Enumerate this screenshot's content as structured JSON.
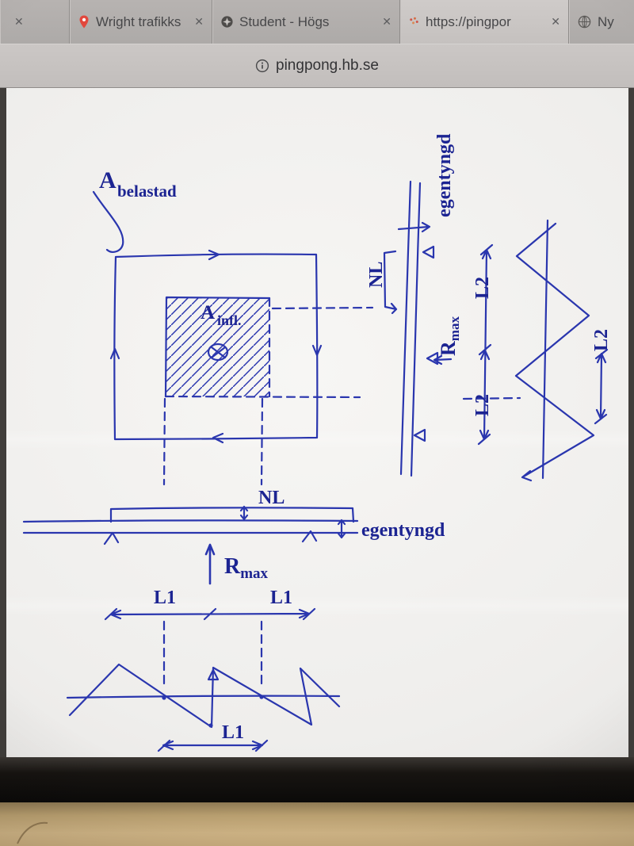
{
  "browser": {
    "close_glyph": "✕",
    "tabs": [
      {
        "label": ""
      },
      {
        "label": "Wright trafikks"
      },
      {
        "label": "Student - Högs"
      },
      {
        "label": "https://pingpor"
      },
      {
        "label": "Ny"
      }
    ],
    "urlbar": {
      "site": "pingpong.hb.se"
    }
  },
  "diagram": {
    "ink_color": "#2a36ae",
    "plan": {
      "loaded_area": {
        "main": "A",
        "sub": "belastad"
      },
      "influence_area": {
        "main": "A",
        "sub": "infl."
      }
    },
    "vertical_elevation": {
      "selfweight": "egentyngd",
      "payload": "NL",
      "reaction": {
        "main": "R",
        "sub": "max"
      },
      "span_upper": "L2",
      "span_lower": "L2"
    },
    "transverse_shear": {
      "span": "L2"
    },
    "horizontal_elevation": {
      "payload": "NL",
      "selfweight": "egentyngd",
      "reaction": {
        "main": "R",
        "sub": "max"
      },
      "span_left": "L1",
      "span_right": "L1"
    },
    "longitudinal_shear": {
      "span": "L1"
    }
  }
}
